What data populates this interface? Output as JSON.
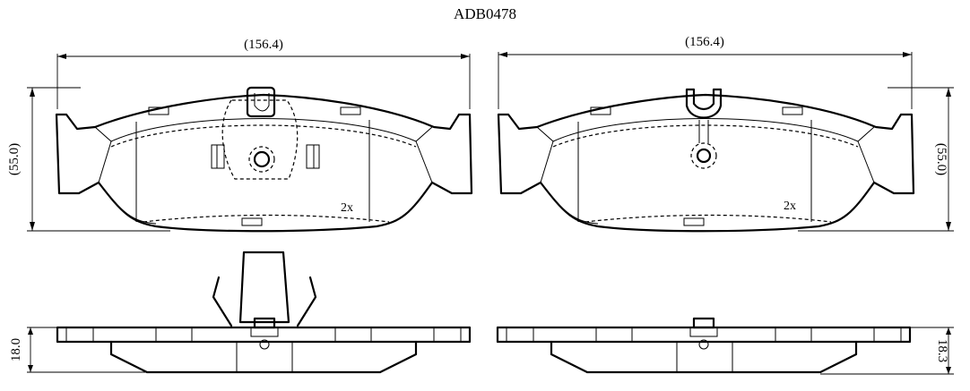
{
  "title": "ADB0478",
  "views": {
    "left_pad": {
      "width_label": "(156.4)",
      "height_label": "(55.0)",
      "quantity_label": "2x",
      "thickness_label": "18.0"
    },
    "right_pad": {
      "width_label": "(156.4)",
      "height_label": "(55.0)",
      "quantity_label": "2x",
      "thickness_label": "18.3"
    }
  }
}
